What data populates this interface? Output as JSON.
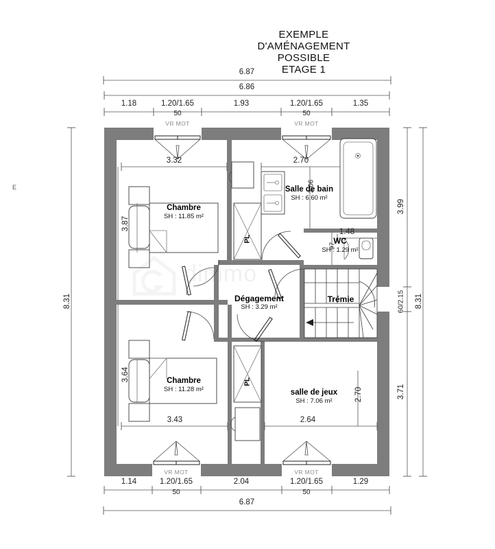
{
  "title": {
    "line1": "EXEMPLE",
    "line2": "D'AMÉNAGEMENT",
    "line3": "POSSIBLE",
    "line4": "ETAGE 1"
  },
  "compass": {
    "label": "E"
  },
  "watermark": {
    "text": "dimmo"
  },
  "dimensions": {
    "top_outer": "6.87",
    "top_second": "6.86",
    "top_chain": [
      {
        "value": "1.18",
        "sub": "",
        "note": ""
      },
      {
        "value": "1.20/1.65",
        "sub": "50",
        "note": "VR MOT"
      },
      {
        "value": "1.93",
        "sub": "",
        "note": ""
      },
      {
        "value": "1.20/1.65",
        "sub": "50",
        "note": "VR MOT"
      },
      {
        "value": "1.35",
        "sub": "",
        "note": ""
      }
    ],
    "bottom_chain": [
      {
        "value": "1.14",
        "sub": "",
        "note": ""
      },
      {
        "value": "1.20/1.65",
        "sub": "50",
        "note": "VR MOT"
      },
      {
        "value": "2.04",
        "sub": "",
        "note": ""
      },
      {
        "value": "1.20/1.65",
        "sub": "50",
        "note": "VR MOT"
      },
      {
        "value": "1.29",
        "sub": "",
        "note": ""
      }
    ],
    "bottom_outer": "6.87",
    "left_total": "8.31",
    "right_total": "8.31",
    "right_chain": [
      {
        "value": "3.99"
      },
      {
        "value": "60/2.15"
      },
      {
        "value": "3.71"
      }
    ],
    "interior": {
      "chambre1_width": "3.32",
      "chambre1_depth": "3.87",
      "salle_de_bain_width": "2.70",
      "salle_de_bain_depth": "2.06",
      "wc_width": "1.48",
      "wc_depth": "97",
      "chambre2_width": "3.43",
      "chambre2_depth": "3.64",
      "salle_de_jeux_width": "2.64",
      "salle_de_jeux_depth": "2.70"
    }
  },
  "rooms": [
    {
      "id": "chambre-1",
      "name": "Chambre",
      "area": "SH : 11.85 m²"
    },
    {
      "id": "salle-de-bain",
      "name": "Salle de bain",
      "area": "SH : 6.60 m²"
    },
    {
      "id": "wc",
      "name": "WC",
      "area": "SH : 1.29 m²"
    },
    {
      "id": "degagement",
      "name": "Dégagement",
      "area": "SH : 3.29 m²"
    },
    {
      "id": "tremie",
      "name": "Trémie",
      "area": ""
    },
    {
      "id": "chambre-2",
      "name": "Chambre",
      "area": "SH : 11.28 m²"
    },
    {
      "id": "salle-de-jeux",
      "name": "salle de jeux",
      "area": "SH : 7.06 m²"
    }
  ],
  "closets": [
    {
      "id": "placard-1",
      "label": "PL"
    },
    {
      "id": "placard-2",
      "label": "PL"
    }
  ],
  "colors": {
    "wall": "#7d7d7d",
    "line": "#2b2b2b",
    "thin": "#6e6e6e",
    "dim": "#4a4a4a",
    "vrmot": "#8b8b8b"
  }
}
